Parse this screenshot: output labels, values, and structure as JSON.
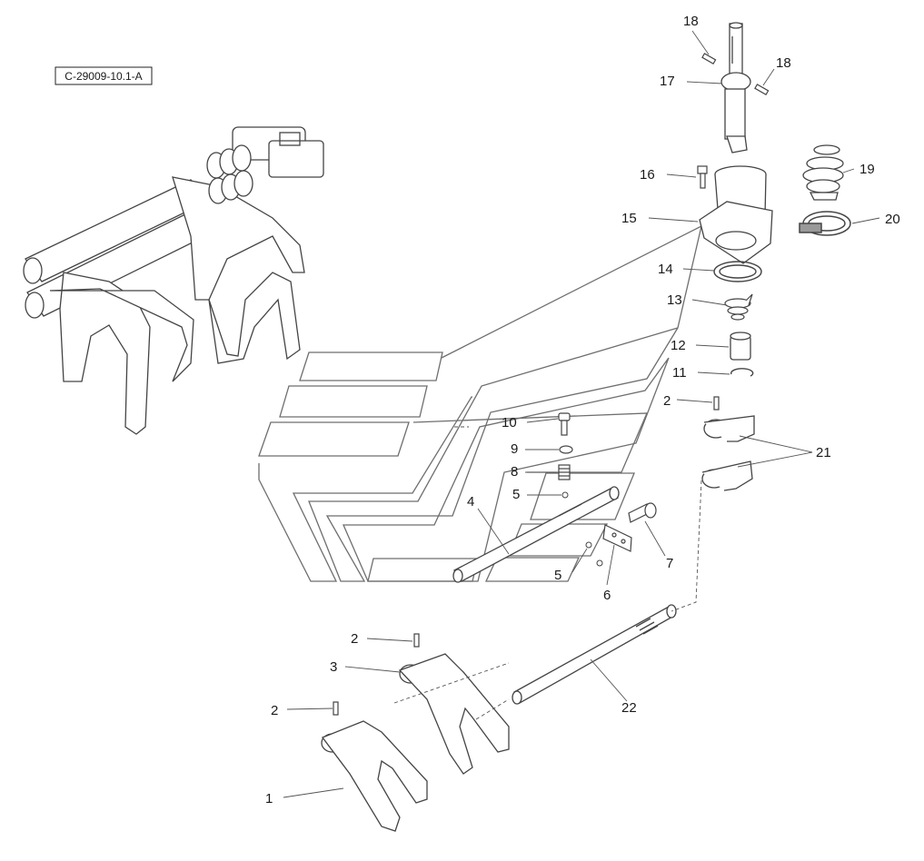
{
  "reference_label": "C-29009-10.1-A",
  "callouts": {
    "c1": "1",
    "c2a": "2",
    "c2b": "2",
    "c2c": "2",
    "c3": "3",
    "c4": "4",
    "c5a": "5",
    "c5b": "5",
    "c6": "6",
    "c7": "7",
    "c8": "8",
    "c9": "9",
    "c10": "10",
    "c11": "11",
    "c12": "12",
    "c13": "13",
    "c14": "14",
    "c15": "15",
    "c16": "16",
    "c17": "17",
    "c18a": "18",
    "c18b": "18",
    "c19": "19",
    "c20": "20",
    "c21": "21",
    "c22": "22"
  }
}
